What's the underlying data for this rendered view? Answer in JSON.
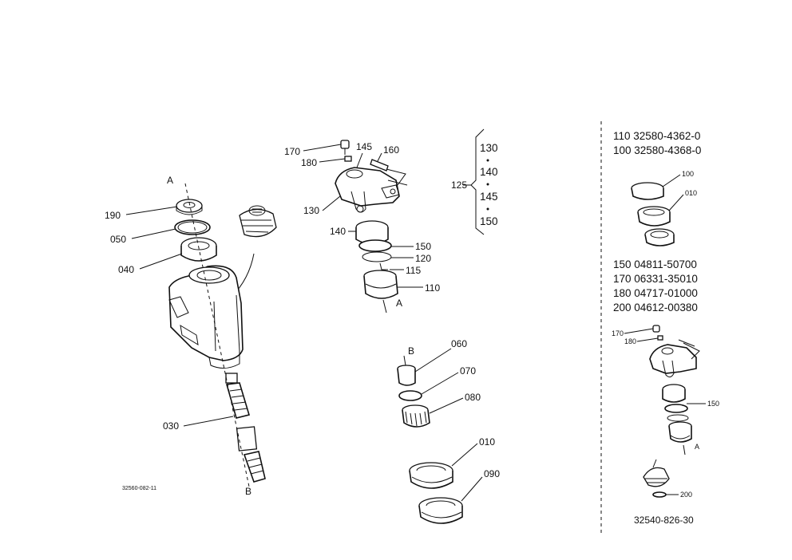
{
  "main_labels": {
    "l170": "170",
    "l145": "145",
    "l160": "160",
    "l180": "180",
    "l130": "130",
    "l140": "140",
    "l150": "150",
    "l120": "120",
    "l115": "115",
    "l110": "110",
    "lA1": "A",
    "l190": "190",
    "l050": "050",
    "l040": "040",
    "lA2": "A",
    "l030": "030",
    "lB1": "B",
    "l060": "060",
    "l070": "070",
    "l080": "080",
    "l010": "010",
    "l090": "090",
    "lB2": "B"
  },
  "group": {
    "label": "125",
    "items": [
      "130",
      "140",
      "145",
      "150"
    ]
  },
  "drawing_code_left": "32560-082-11",
  "right_panel": {
    "parts_top": [
      "110 32580-4362-0",
      "100 32580-4368-0"
    ],
    "label_100": "100",
    "label_010": "010",
    "parts_mid": [
      "150 04811-50700",
      "170 06331-35010",
      "180 04717-01000",
      "200 04612-00380"
    ],
    "label_170": "170",
    "label_180": "180",
    "label_150": "150",
    "label_A": "A",
    "label_200": "200",
    "drawing_code": "32540-826-30"
  }
}
